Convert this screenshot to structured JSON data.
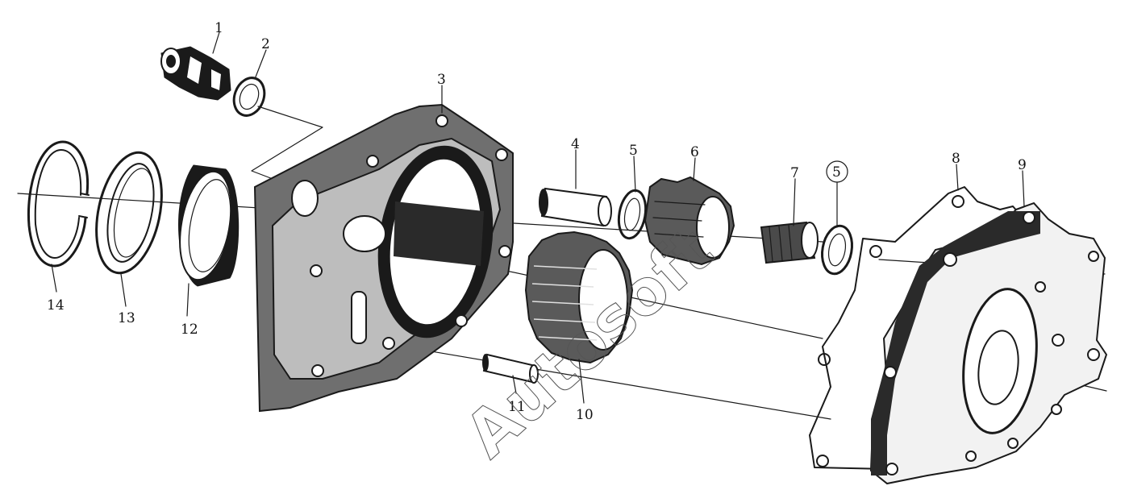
{
  "diagram": {
    "watermark": "Autosoft",
    "labels": {
      "p1": "1",
      "p2": "2",
      "p3": "3",
      "p4": "4",
      "p5a": "5",
      "p5b": "5",
      "p6": "6",
      "p7": "7",
      "p8": "8",
      "p9": "9",
      "p10": "10",
      "p11": "11",
      "p12": "12",
      "p13": "13",
      "p14": "14"
    }
  }
}
